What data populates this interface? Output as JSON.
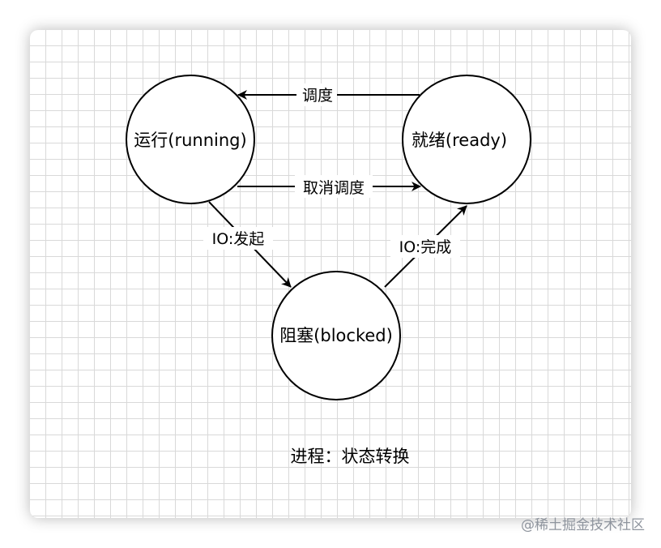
{
  "diagram": {
    "nodes": {
      "running": {
        "label": "运行(running)"
      },
      "ready": {
        "label": "就绪(ready)"
      },
      "blocked": {
        "label": "阻塞(blocked)"
      }
    },
    "edges": {
      "schedule": {
        "label": "调度"
      },
      "deschedule": {
        "label": "取消调度"
      },
      "io_start": {
        "label": "IO:发起"
      },
      "io_done": {
        "label": "IO:完成"
      }
    },
    "caption": "进程：状态转换"
  },
  "watermark": "@稀土掘金技术社区",
  "colors": {
    "stroke": "#000000",
    "grid": "#d9d9d9",
    "watermark": "#8f959e"
  }
}
